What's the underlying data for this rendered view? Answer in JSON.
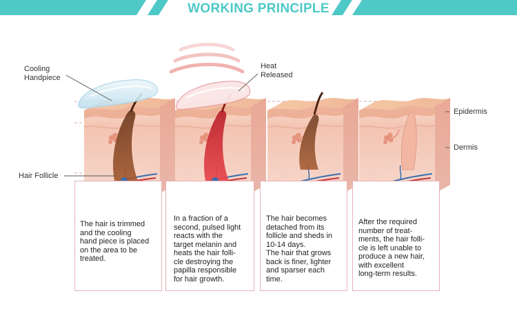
{
  "header": {
    "title": "WORKING PRINCIPLE"
  },
  "labels": {
    "cooling_handpiece": [
      "Cooling",
      "Handpiece"
    ],
    "heat_released": [
      "Heat",
      "Released"
    ],
    "hair_follicle": "Hair Follicle",
    "epidermis": "Epidermis",
    "dermis": "Dermis"
  },
  "steps": [
    {
      "lines": [
        "The hair is trimmed",
        "and the cooling",
        "hand piece is placed",
        "on the area to be",
        "treated."
      ]
    },
    {
      "lines": [
        "In a fraction of a",
        "second, pulsed light",
        "reacts with the",
        "target melanin and",
        "heats the hair folli-",
        "cle destroying the",
        "papilla responsible",
        "for hair growth."
      ]
    },
    {
      "lines": [
        "The hair becomes",
        "detached from its",
        "follicle and sheds in",
        "10-14 days.",
        "The hair that grows",
        "back is finer, lighter",
        "and sparser each",
        "time."
      ]
    },
    {
      "lines": [
        "After the required",
        "number of treat-",
        "ments, the hair folli-",
        "cle is left unable to",
        "produce a new hair,",
        "with excellent",
        "long-term results."
      ]
    }
  ],
  "colors": {
    "accent": "#4fc8c8",
    "skin": "#f2c3b3",
    "panel_border": "#e6b1b8"
  }
}
